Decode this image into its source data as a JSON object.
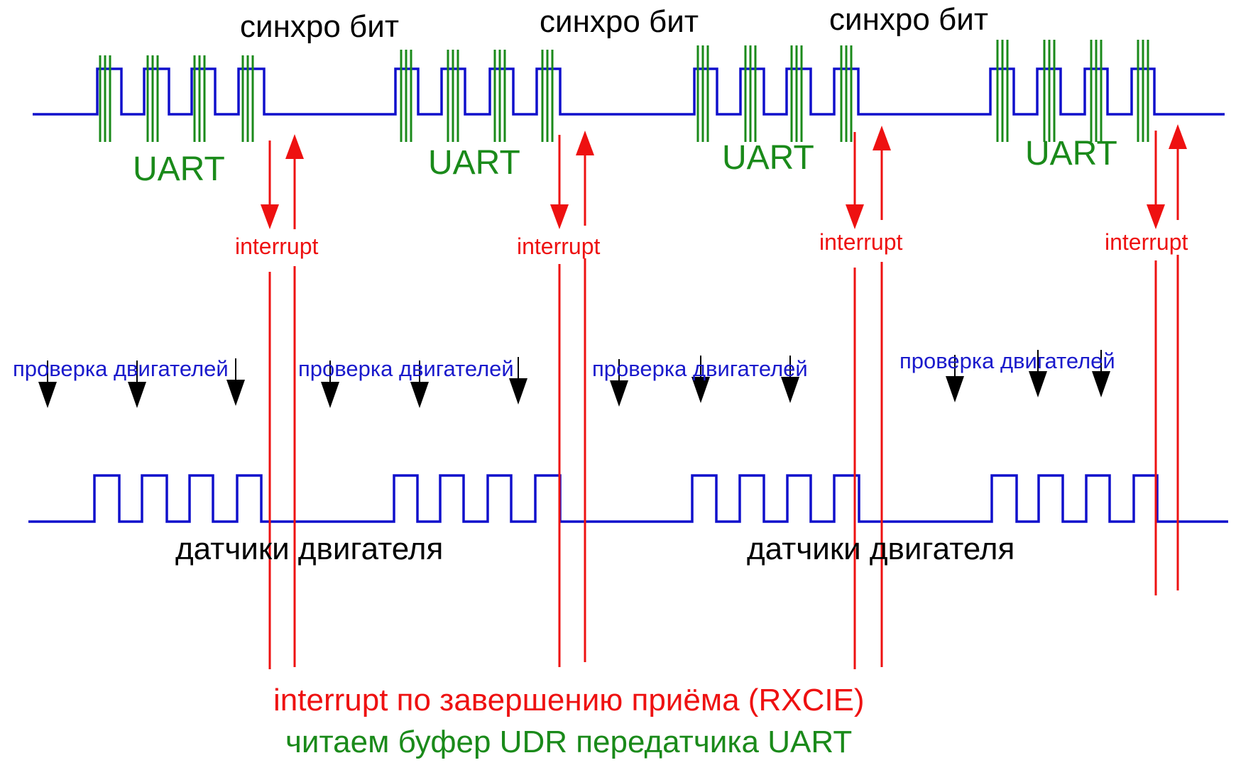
{
  "labels": {
    "sync_bit": "синхро бит",
    "uart": "UART",
    "interrupt": "interrupt",
    "motor_check": "проверка двигателей",
    "motor_sensors": "датчики двигателя",
    "footer_rxcie": "interrupt по завершению приёма (RXCIE)",
    "footer_udr": "читаем буфер UDR передатчика UART"
  },
  "colors": {
    "signal": "#1010cc",
    "uart_bits": "#1a8a1a",
    "interrupt": "#ee1111",
    "check_arrow": "#000000",
    "text_black": "#000000"
  },
  "groups": [
    {
      "label_sync": "синхро бит",
      "label_uart": "UART",
      "label_interrupt": "interrupt",
      "label_check": "проверка двигателей"
    },
    {
      "label_sync": "синхро бит",
      "label_uart": "UART",
      "label_interrupt": "interrupt",
      "label_check": "проверка двигателей"
    },
    {
      "label_sync": "синхро бит",
      "label_uart": "UART",
      "label_interrupt": "interrupt",
      "label_check": "проверка двигателей"
    },
    {
      "label_sync": "",
      "label_uart": "UART",
      "label_interrupt": "interrupt",
      "label_check": "проверка двигателей"
    }
  ],
  "sensor_labels": [
    "датчики двигателя",
    "датчики двигателя"
  ]
}
